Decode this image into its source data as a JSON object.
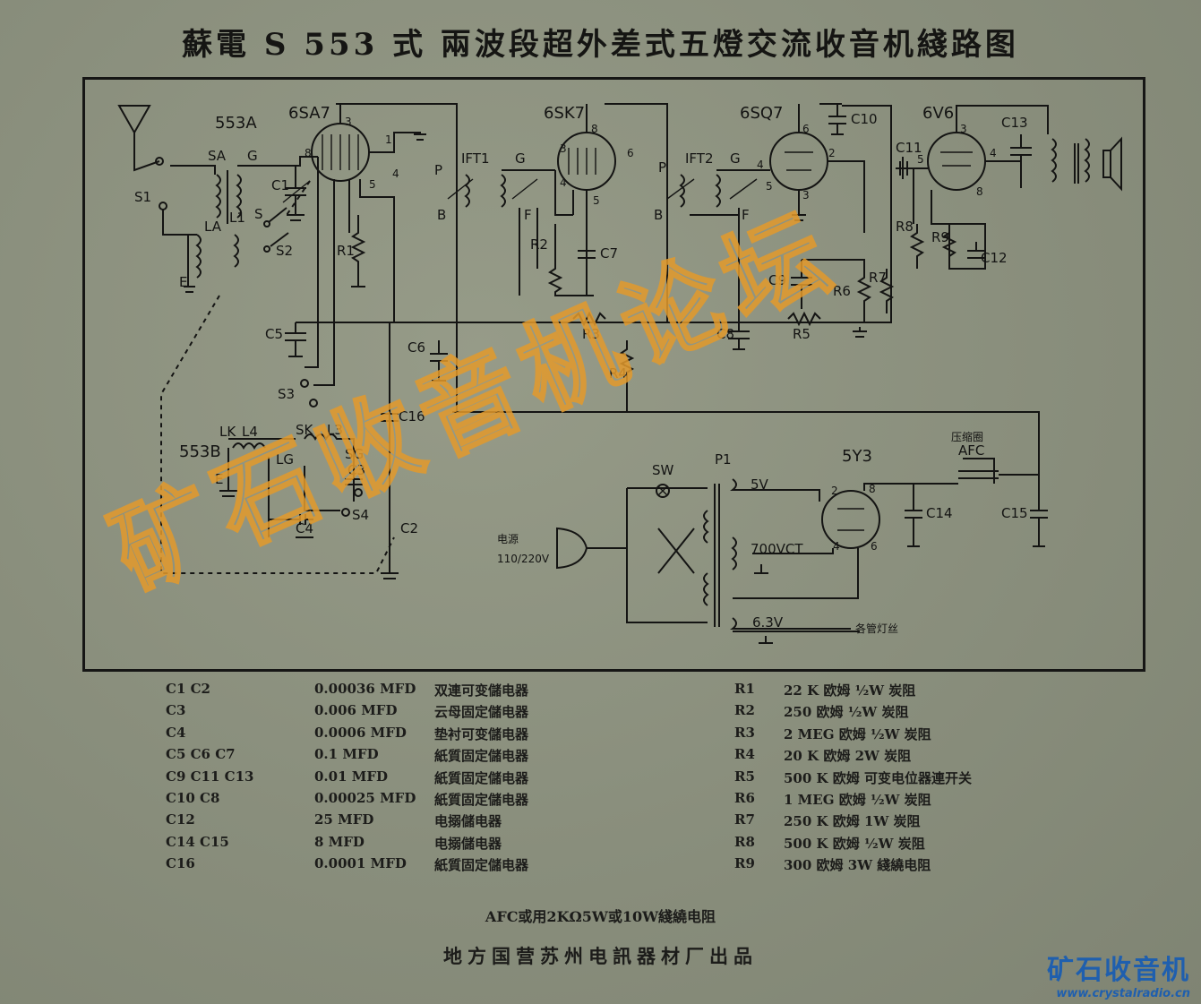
{
  "title": "蘇電 S 553 式 兩波段超外差式五燈交流收音机綫路图",
  "tubes": [
    "6SA7",
    "6SK7",
    "6SQ7",
    "6V6",
    "5Y3"
  ],
  "coil_labels": {
    "osc": "553A",
    "ant": "553B",
    "sa": "SA",
    "g": "G",
    "la": "LA",
    "l1": "L1",
    "s": "S",
    "s1": "S1",
    "s2": "S2",
    "ift1": "IFT1",
    "ift2": "IFT2",
    "p": "P",
    "b": "B",
    "f": "F",
    "s3": "S3",
    "s4": "S4",
    "lk": "LK",
    "l4": "L4",
    "sk": "SK",
    "l3": "L3",
    "lg": "LG",
    "sg": "SG",
    "e": "E"
  },
  "component_labels": {
    "c1": "C1",
    "c2": "C2",
    "c3": "C3",
    "c4": "C4",
    "c5": "C5",
    "c6": "C6",
    "c7": "C7",
    "c8": "C8",
    "c9": "C9",
    "c10": "C10",
    "c11": "C11",
    "c12": "C12",
    "c13": "C13",
    "c14": "C14",
    "c15": "C15",
    "c16": "C16",
    "r1": "R1",
    "r2": "R2",
    "r3": "R3",
    "r4": "R4",
    "r5": "R5",
    "r6": "R6",
    "r7": "R7",
    "r8": "R8",
    "r9": "R9"
  },
  "power": {
    "sw": "SW",
    "p1": "P1",
    "v5": "5V",
    "v700": "700VCT",
    "v63": "6.3V",
    "mains_label": "电源",
    "mains_voltage": "110/220V",
    "heater_note": "各管灯丝",
    "afc_label": "压缩圈",
    "afc": "AFC"
  },
  "pins": {
    "sa7_3": "3",
    "sa7_8": "8",
    "sa7_1": "1",
    "sa7_5": "5",
    "sa7_4": "4",
    "sk7_8": "8",
    "sk7_3": "3",
    "sk7_4": "4",
    "sk7_5": "5",
    "sk7_6": "6",
    "sq7_6": "6",
    "sq7_4": "4",
    "sq7_5": "5",
    "sq7_3": "3",
    "sq7_2": "2",
    "v6_3": "3",
    "v6_5": "5",
    "v6_4": "4",
    "v6_8": "8",
    "y3_2": "2",
    "y3_8": "8",
    "y3_4": "4",
    "y3_6": "6"
  },
  "capacitors": [
    {
      "ref": "C1 C2",
      "value": "0.00036 MFD",
      "desc": "双連可变儲电器"
    },
    {
      "ref": "C3",
      "value": "0.006 MFD",
      "desc": "云母固定儲电器"
    },
    {
      "ref": "C4",
      "value": "0.0006 MFD",
      "desc": "垫衬可变儲电器"
    },
    {
      "ref": "C5 C6 C7",
      "value": "0.1 MFD",
      "desc": "紙質固定儲电器"
    },
    {
      "ref": "C9 C11 C13",
      "value": "0.01 MFD",
      "desc": "紙質固定儲电器"
    },
    {
      "ref": "C10 C8",
      "value": "0.00025 MFD",
      "desc": "紙質固定儲电器"
    },
    {
      "ref": "C12",
      "value": "25 MFD",
      "desc": "电搦儲电器"
    },
    {
      "ref": "C14 C15",
      "value": "8  MFD",
      "desc": "电搦儲电器"
    },
    {
      "ref": "C16",
      "value": "0.0001 MFD",
      "desc": "紙質固定儲电器"
    }
  ],
  "resistors": [
    {
      "ref": "R1",
      "value": "22 K 欧姆 ½W 炭阻"
    },
    {
      "ref": "R2",
      "value": "250 欧姆 ½W 炭阻"
    },
    {
      "ref": "R3",
      "value": "2 MEG 欧姆 ½W 炭阻"
    },
    {
      "ref": "R4",
      "value": "20 K 欧姆 2W 炭阻"
    },
    {
      "ref": "R5",
      "value": "500 K 欧姆 可变电位器連开关"
    },
    {
      "ref": "R6",
      "value": "1 MEG 欧姆 ½W 炭阻"
    },
    {
      "ref": "R7",
      "value": "250 K 欧姆 1W 炭阻"
    },
    {
      "ref": "R8",
      "value": "500 K 欧姆 ½W 炭阻"
    },
    {
      "ref": "R9",
      "value": "300 欧姆 3W 綫繞电阻"
    }
  ],
  "note": "AFC或用2KΩ5W或10W綫繞电阻",
  "maker": "地方国营苏州电訊器材厂出品",
  "watermark": "矿石收音机论坛",
  "logo": {
    "cn": "矿石收音机",
    "url": "www.crystalradio.cn"
  },
  "colors": {
    "paper": "#8a8f7d",
    "ink": "#141413",
    "watermark": "#e39a2c",
    "logo": "#1f5fae"
  }
}
